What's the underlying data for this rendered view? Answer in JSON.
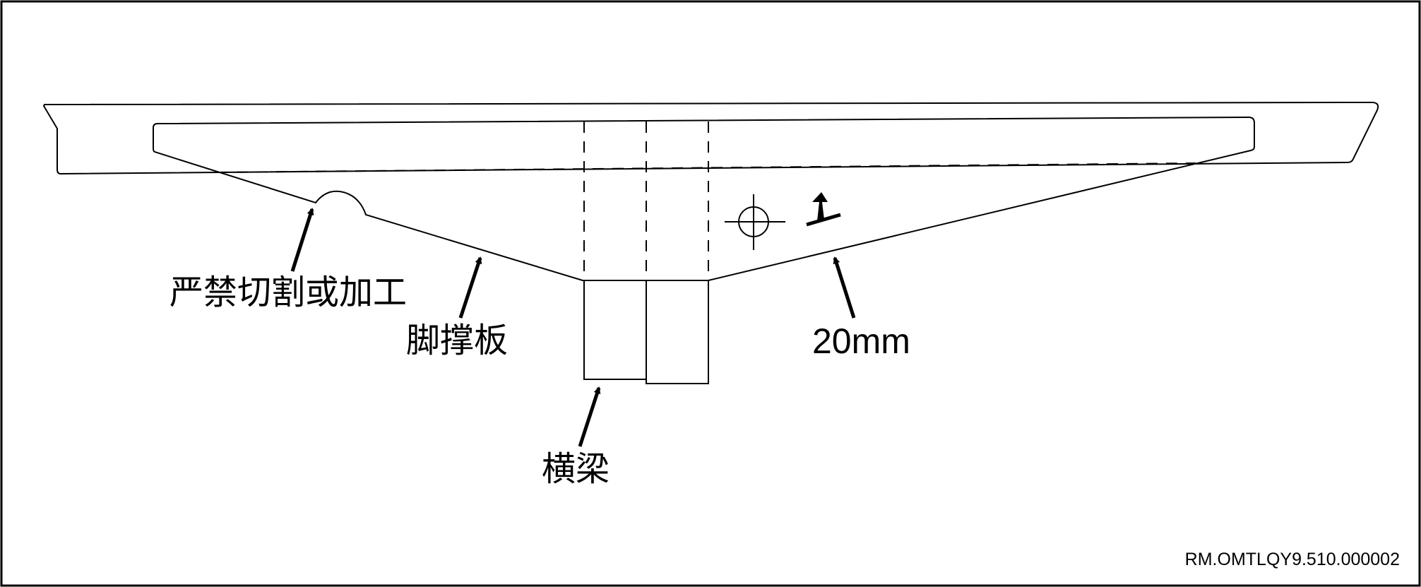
{
  "labels": {
    "no_cutting": "严禁切割或加工",
    "foot_plate": "脚撑板",
    "crossbeam": "横梁",
    "dimension": "20mm",
    "reference": "RM.OMTLQY9.510.000002"
  }
}
